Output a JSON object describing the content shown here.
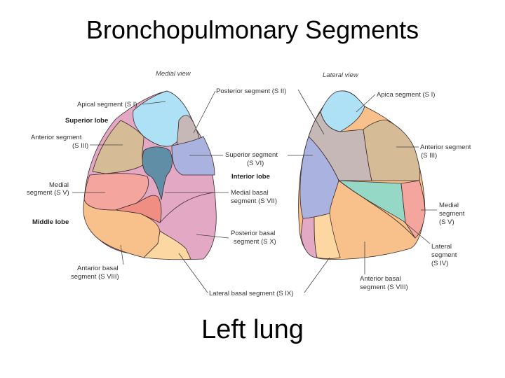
{
  "title": "Bronchopulmonary Segments",
  "caption": "Left lung",
  "colors": {
    "apical": "#aee0f6",
    "posterior": "#c5b8b6",
    "anterior": "#d6bc96",
    "superior": "#aab3df",
    "medial": "#f3a59e",
    "lingula_dark": "#f08e84",
    "medial_basal": "#e3a8c3",
    "posterior_basal": "#e3a8c3",
    "anterior_basal": "#f8c08a",
    "lateral_basal": "#fdd7a2",
    "lateral_segment": "#95d8c6",
    "hilum": "#5f8ea6"
  },
  "medial_view": {
    "heading": "Medial view",
    "labels": {
      "apical": "Apical segment (S I)",
      "superior_lobe": "Superior lobe",
      "anterior_1": "Anterior segment",
      "anterior_2": "(S III)",
      "medial_1": "Medial",
      "medial_2": "segment (S V)",
      "middle_lobe": "Middle lobe",
      "anterior_basal_1": "Antarior basal",
      "anterior_basal_2": "segment (S VIII)"
    }
  },
  "center_labels": {
    "posterior": "Posterior segment (S II)",
    "superior_1": "Superior segment",
    "superior_2": "(S VI)",
    "inferior_lobe": "Interior lobe",
    "medial_basal_1": "Medial basal",
    "medial_basal_2": "segment (S VII)",
    "posterior_basal_1": "Posterior basal",
    "posterior_basal_2": "segment (S X)",
    "lateral_basal": "Lateral basal segment (S IX)"
  },
  "lateral_view": {
    "heading": "Lateral view",
    "labels": {
      "apical": "Apica  segment (S I)",
      "anterior_1": "Anterior segment",
      "anterior_2": "(S III)",
      "medial_1": "Medial",
      "medial_2": "segment",
      "medial_3": "(S V)",
      "lateral_1": "Lateral",
      "lateral_2": "segment",
      "lateral_3": "(S IV)",
      "anterior_basal_1": "Anterior basal",
      "anterior_basal_2": "segment (S VIII)"
    }
  }
}
